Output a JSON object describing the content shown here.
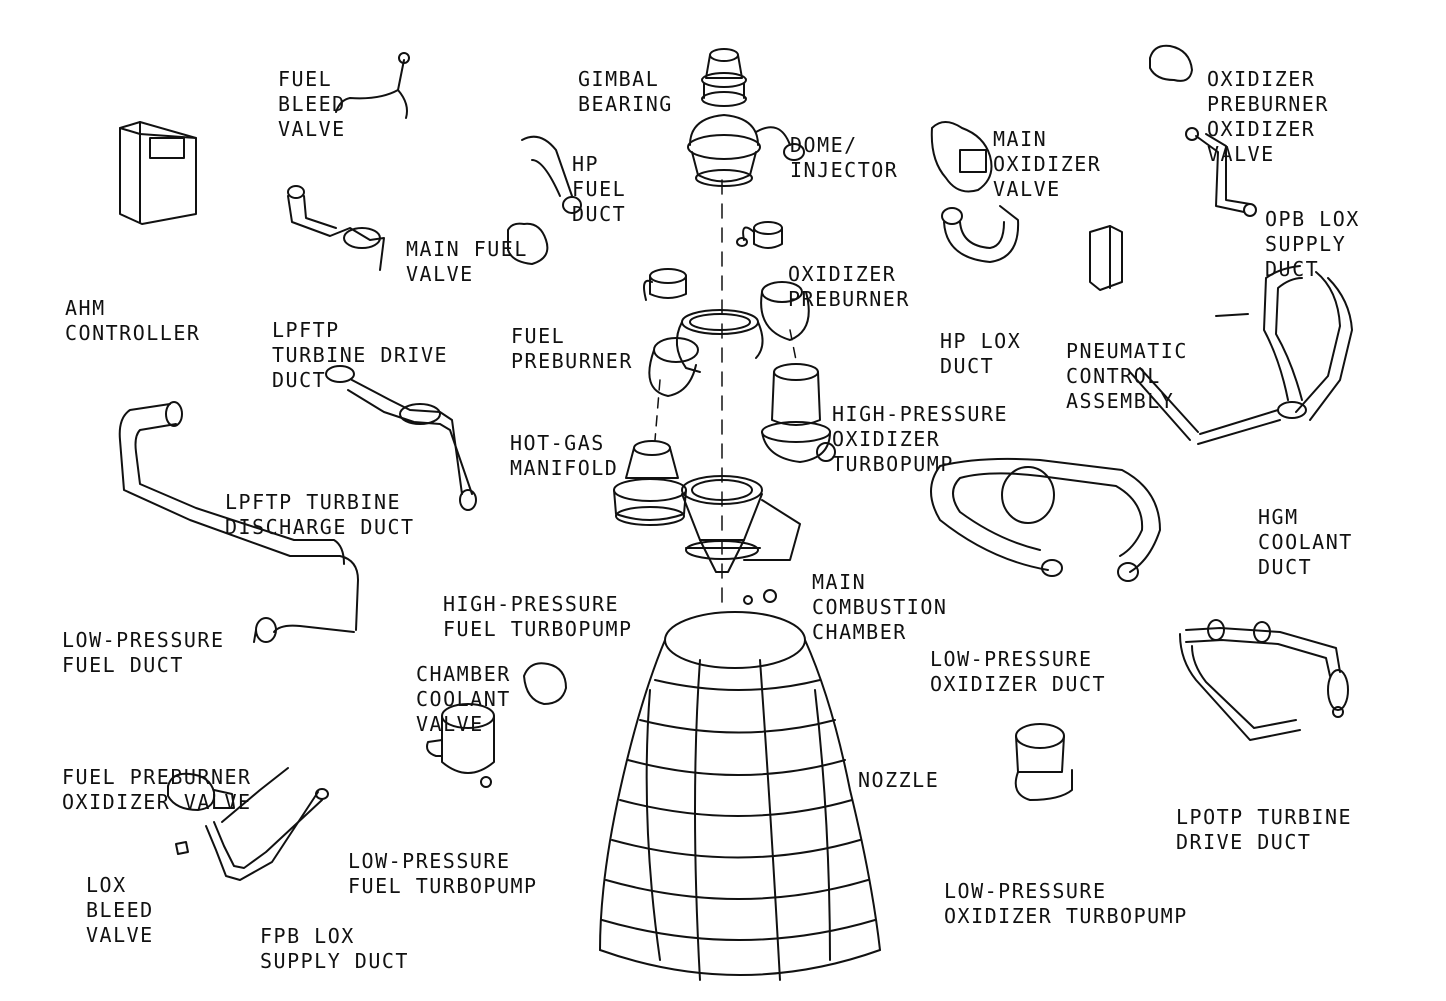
{
  "labels": {
    "fuel_bleed_valve": [
      "FUEL",
      "BLEED",
      "VALVE"
    ],
    "gimbal_bearing": [
      "GIMBAL",
      "BEARING"
    ],
    "dome_injector": [
      "DOME/",
      "INJECTOR"
    ],
    "main_oxidizer_valve": [
      "MAIN",
      "OXIDIZER",
      "VALVE"
    ],
    "oxidizer_preburner_oxidizer_valve": [
      "OXIDIZER",
      "PREBURNER",
      "OXIDIZER",
      "VALVE"
    ],
    "hp_fuel_duct": [
      "HP",
      "FUEL",
      "DUCT"
    ],
    "opb_lox_supply_duct": [
      "OPB LOX",
      "SUPPLY",
      "DUCT"
    ],
    "ahm_controller": [
      "AHM",
      "CONTROLLER"
    ],
    "main_fuel_valve": [
      "MAIN FUEL",
      "VALVE"
    ],
    "oxidizer_preburner": [
      "OXIDIZER",
      "PREBURNER"
    ],
    "lpftp_turbine_drive_duct": [
      "LPFTP",
      "TURBINE DRIVE",
      "DUCT"
    ],
    "fuel_preburner": [
      "FUEL",
      "PREBURNER"
    ],
    "hp_lox_duct": [
      "HP LOX",
      "DUCT"
    ],
    "pneumatic_control_assembly": [
      "PNEUMATIC",
      "CONTROL",
      "ASSEMBLY"
    ],
    "hot_gas_manifold": [
      "HOT-GAS",
      "MANIFOLD"
    ],
    "high_pressure_oxidizer_turbopump": [
      "HIGH-PRESSURE",
      "OXIDIZER",
      "TURBOPUMP"
    ],
    "lpftp_turbine_discharge_duct": [
      "LPFTP TURBINE",
      "DISCHARGE DUCT"
    ],
    "hgm_coolant_duct": [
      "HGM",
      "COOLANT",
      "DUCT"
    ],
    "main_combustion_chamber": [
      "MAIN",
      "COMBUSTION",
      "CHAMBER"
    ],
    "high_pressure_fuel_turbopump": [
      "HIGH-PRESSURE",
      "FUEL TURBOPUMP"
    ],
    "low_pressure_fuel_duct": [
      "LOW-PRESSURE",
      "FUEL DUCT"
    ],
    "low_pressure_oxidizer_duct": [
      "LOW-PRESSURE",
      "OXIDIZER DUCT"
    ],
    "chamber_coolant_valve": [
      "CHAMBER",
      "COOLANT",
      "VALVE"
    ],
    "fuel_preburner_oxidizer_valve": [
      "FUEL PREBURNER",
      "OXIDIZER VALVE"
    ],
    "nozzle": [
      "NOZZLE"
    ],
    "lpotp_turbine_drive_duct": [
      "LPOTP TURBINE",
      "DRIVE DUCT"
    ],
    "low_pressure_fuel_turbopump": [
      "LOW-PRESSURE",
      "FUEL TURBOPUMP"
    ],
    "lox_bleed_valve": [
      "LOX",
      "BLEED",
      "VALVE"
    ],
    "fpb_lox_supply_duct": [
      "FPB LOX",
      "SUPPLY DUCT"
    ],
    "low_pressure_oxidizer_turbopump": [
      "LOW-PRESSURE",
      "OXIDIZER TURBOPUMP"
    ]
  },
  "colors": {
    "ink": "#111111",
    "background": "#ffffff"
  }
}
